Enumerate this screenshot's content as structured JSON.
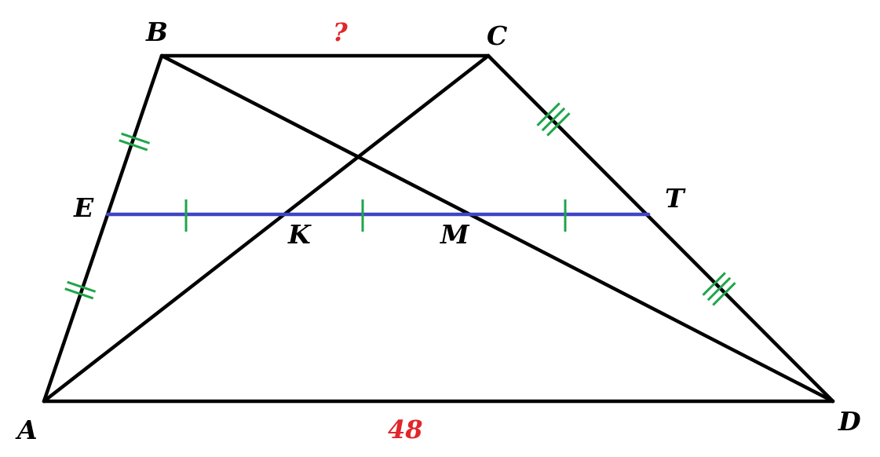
{
  "colors": {
    "background": "#ffffff",
    "figure_lines": "#000000",
    "midline": "#3f46c2",
    "tick_marks": "#1fa54a",
    "given_values": "#e1262b"
  },
  "points": {
    "A": "A",
    "B": "B",
    "C": "C",
    "D": "D",
    "E": "E",
    "T": "T",
    "K": "K",
    "M": "M"
  },
  "values": {
    "bc": "?",
    "ad": "48"
  }
}
